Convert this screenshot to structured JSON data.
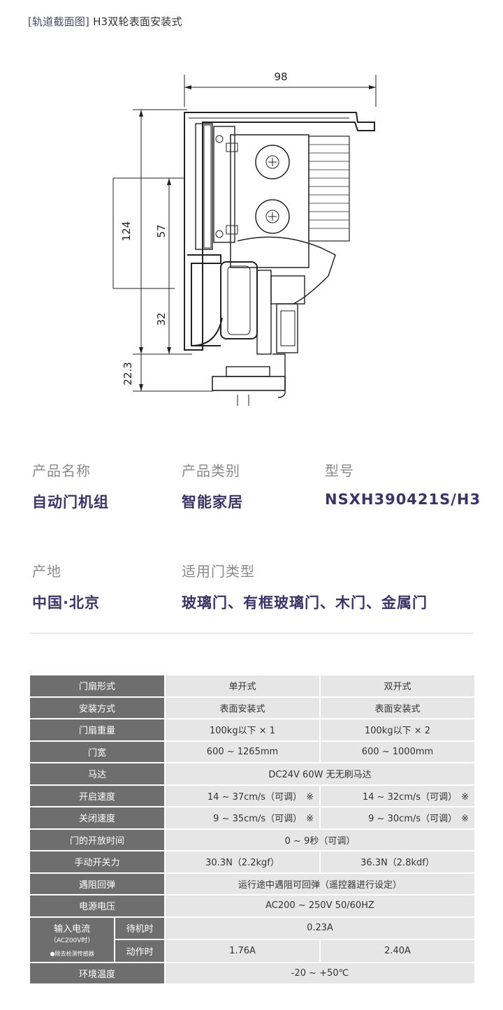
{
  "header": {
    "bracket": "[轨道截面图]",
    "title": "H3双轮表面安装式"
  },
  "drawing": {
    "dim_width": "98",
    "dim_total_height": "124",
    "dim_middle": "57",
    "dim_lower": "32",
    "dim_bottom": "22.3"
  },
  "info": {
    "name_label": "产品名称",
    "name_value": "自动门机组",
    "category_label": "产品类别",
    "category_value": "智能家居",
    "model_label": "型号",
    "model_value": "NSXH390421S/H3",
    "origin_label": "产地",
    "origin_value": "中国·北京",
    "doors_label": "适用门类型",
    "doors_value": "玻璃门、有框玻璃门、木门、金属门"
  },
  "spec": {
    "r1": {
      "h": "门扇形式",
      "a": "单开式",
      "b": "双开式"
    },
    "r2": {
      "h": "安装方式",
      "a": "表面安装式",
      "b": "表面安装式"
    },
    "r3": {
      "h": "门扇重量",
      "a": "100kg以下 × 1",
      "b": "100kg以下 × 2"
    },
    "r4": {
      "h": "门宽",
      "a": "600 ~ 1265mm",
      "b": "600 ~ 1000mm"
    },
    "r5": {
      "h": "马达",
      "ab": "DC24V  60W 无无刷马达"
    },
    "r6": {
      "h": "开启速度",
      "a": "14 ~ 37cm/s（可调）",
      "b": "14 ~ 32cm/s（可调）",
      "mark": "※"
    },
    "r7": {
      "h": "关闭速度",
      "a": "9 ~ 35cm/s（可调）",
      "b": "9 ~ 30cm/s（可调）",
      "mark": "※"
    },
    "r8": {
      "h": "门的开放时间",
      "ab": "0 ~ 9秒（可调）"
    },
    "r9": {
      "h": "手动开关力",
      "a": "30.3N（2.2kgf）",
      "b": "36.3N（2.8kdf）"
    },
    "r10": {
      "h": "遇阻回弹",
      "ab": "运行途中遇阻可回弹（遥控器进行设定）"
    },
    "r11": {
      "h": "电源电压",
      "ab": "AC200 ~ 250V  50/60HZ"
    },
    "r12": {
      "h": "输入电流",
      "sub": "（AC200V时）",
      "note": "●除去检测传感器",
      "standby": "待机时",
      "standby_val": "0.23A",
      "action": "动作时",
      "action_a": "1.76A",
      "action_b": "2.40A"
    },
    "r13": {
      "h": "环境温度",
      "ab": "-20 ~ +50℃"
    }
  }
}
